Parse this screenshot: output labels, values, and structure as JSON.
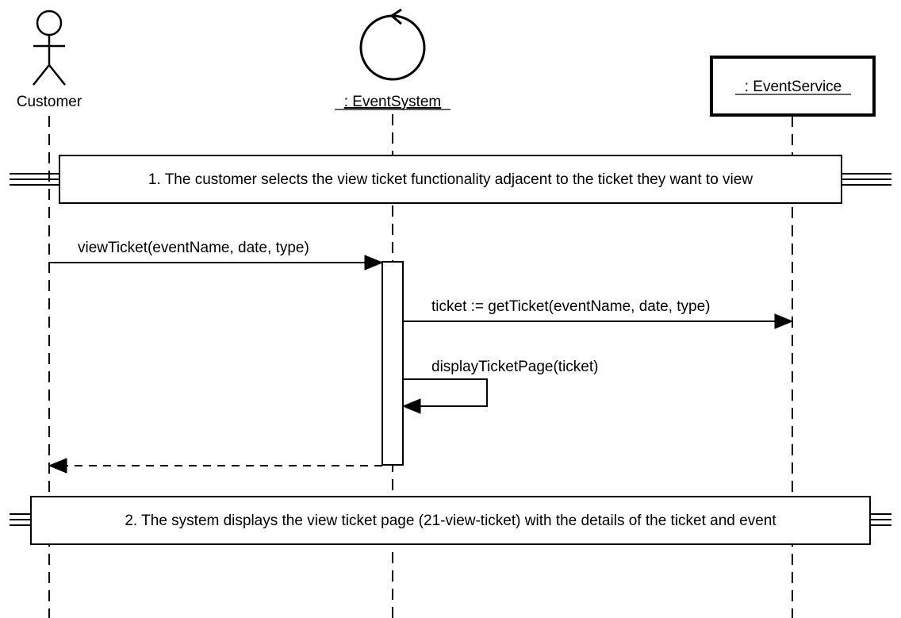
{
  "participants": {
    "customer": {
      "label": "Customer",
      "kind": "actor"
    },
    "event_system": {
      "label": ": EventSystem",
      "kind": "control"
    },
    "event_service": {
      "label": ": EventService",
      "kind": "entity-box"
    }
  },
  "notes": {
    "step1": "1. The customer selects the view ticket functionality adjacent to the ticket they want to view",
    "step2": "2. The system displays the view ticket page (21-view-ticket) with the details of the ticket and event"
  },
  "messages": {
    "m1": "viewTicket(eventName, date, type)",
    "m2": "ticket := getTicket(eventName, date, type)",
    "m3": "displayTicketPage(ticket)",
    "m4_return": ""
  }
}
